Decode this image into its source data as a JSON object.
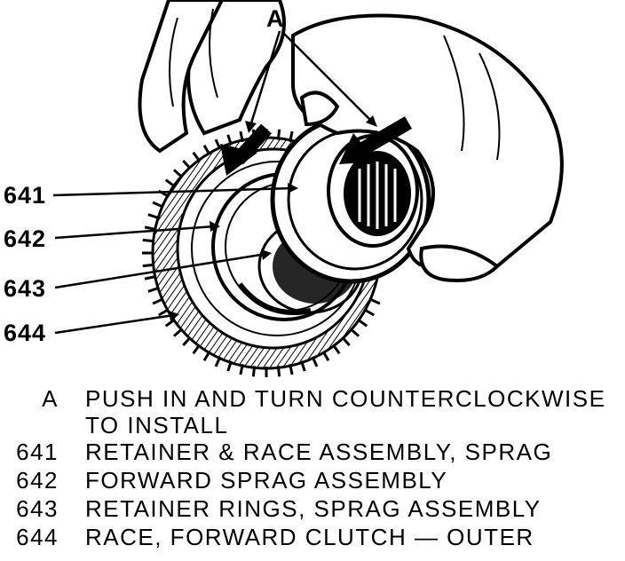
{
  "diagram": {
    "callouts": [
      {
        "id": "A",
        "label": "A"
      },
      {
        "id": "641",
        "label": "641"
      },
      {
        "id": "642",
        "label": "642"
      },
      {
        "id": "643",
        "label": "643"
      },
      {
        "id": "644",
        "label": "644"
      }
    ]
  },
  "legend": [
    {
      "key": "A",
      "lines": [
        "PUSH IN AND TURN COUNTERCLOCKWISE",
        "TO INSTALL"
      ]
    },
    {
      "key": "641",
      "lines": [
        "RETAINER & RACE ASSEMBLY, SPRAG"
      ]
    },
    {
      "key": "642",
      "lines": [
        "FORWARD SPRAG ASSEMBLY"
      ]
    },
    {
      "key": "643",
      "lines": [
        "RETAINER RINGS, SPRAG ASSEMBLY"
      ]
    },
    {
      "key": "644",
      "lines": [
        "RACE, FORWARD CLUTCH — OUTER"
      ]
    }
  ],
  "colors": {
    "ink": "#000000",
    "paper": "#ffffff"
  }
}
